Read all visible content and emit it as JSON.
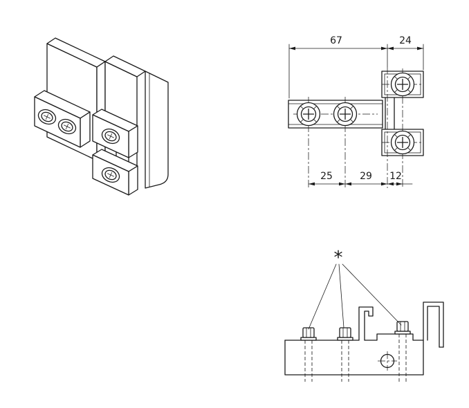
{
  "front_view": {
    "dim_total": "67",
    "dim_right": "24",
    "dim_spacing1": "25",
    "dim_spacing2": "29",
    "dim_offset": "12"
  },
  "section_view": {
    "note_symbol": "*"
  },
  "colors": {
    "line": "#1a1a1a",
    "background": "#ffffff"
  }
}
